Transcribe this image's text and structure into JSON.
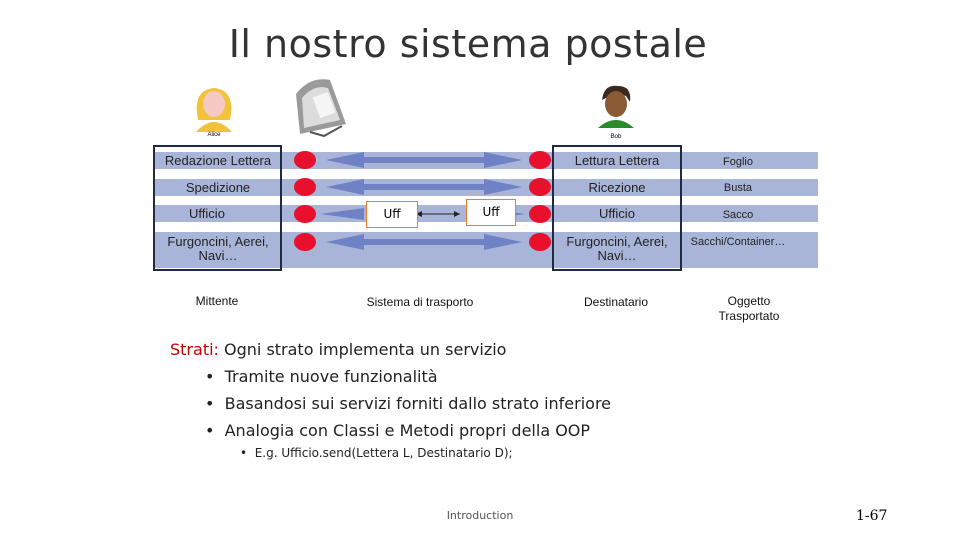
{
  "title": "Il nostro sistema postale",
  "left_stack": [
    "Redazione Lettera",
    "Spedizione",
    "Ufficio",
    "Furgoncini, Aerei, Navi…"
  ],
  "right_stack": [
    "Lettura Lettera",
    "Ricezione",
    "Ufficio",
    "Furgoncini, Aerei, Navi…"
  ],
  "objects": [
    "Foglio",
    "Busta",
    "Sacco",
    "Sacchi/Container…"
  ],
  "uff_left": "Uff",
  "uff_right": "Uff",
  "captions": {
    "mittente": "Mittente",
    "trasporto": "Sistema di trasporto",
    "destinatario": "Destinatario",
    "oggetto": "Oggetto\nTrasportato"
  },
  "avatars": {
    "alice": "Alice",
    "bob": "Bob"
  },
  "text": {
    "strati_label": "Strati:",
    "strati_body": "Ogni strato implementa un servizio",
    "bullets": [
      "Tramite nuove funzionalità",
      "Basandosi sui servizi forniti dallo strato inferiore",
      "Analogia con Classi e Metodi propri della OOP"
    ],
    "sub_bullet": "E.g. Ufficio.send(Lettera L, Destinatario D);"
  },
  "footer": "Introduction",
  "page_number": "1-67",
  "colors": {
    "band": "#a9b5d8",
    "dot": "#e8102c",
    "arrow": "#6f82c6",
    "strati": "#c00000"
  }
}
